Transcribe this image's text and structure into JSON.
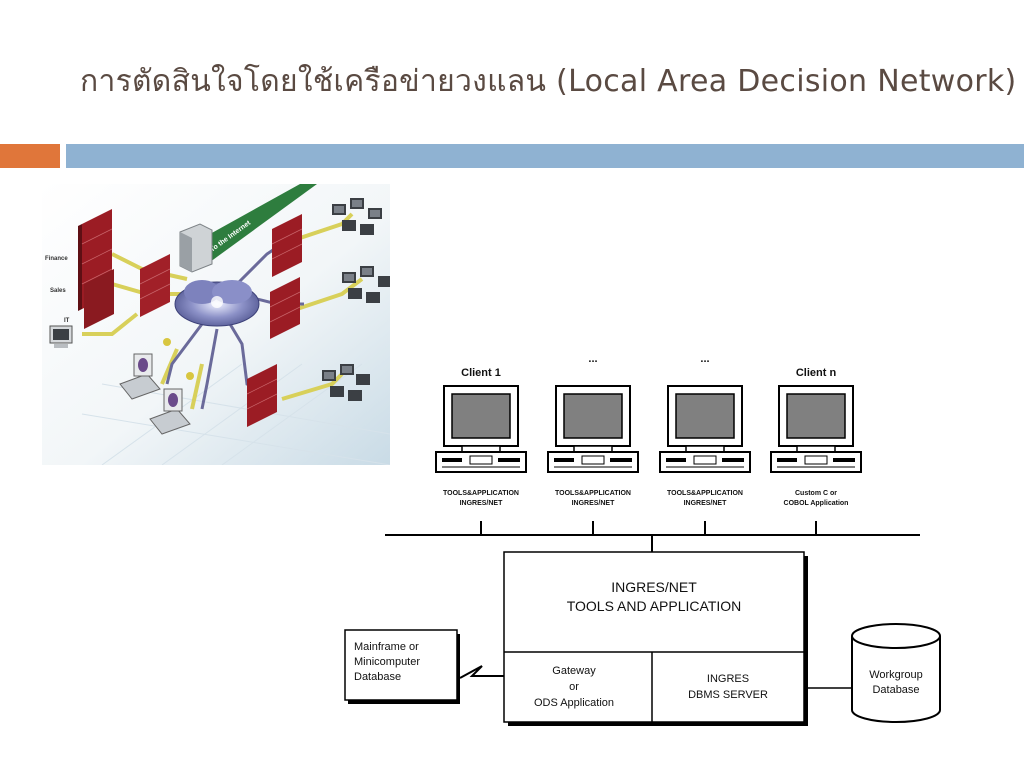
{
  "slide": {
    "title_thai": "การตัดสินใจโดยใช้เครือข่ายวงแลน (",
    "title_latin": "Local Area Decision Network)"
  },
  "illustration": {
    "dept_labels": [
      "Finance",
      "Sales",
      "IT"
    ],
    "internet_label": "To the Internet"
  },
  "diagram": {
    "clients": [
      {
        "header": "Client 1",
        "line1": "TOOLS&APPLICATION",
        "line2": "INGRES/NET"
      },
      {
        "header": "...",
        "line1": "TOOLS&APPLICATION",
        "line2": "INGRES/NET"
      },
      {
        "header": "...",
        "line1": "TOOLS&APPLICATION",
        "line2": "INGRES/NET"
      },
      {
        "header": "Client n",
        "line1": "Custom C or",
        "line2": "COBOL Application"
      }
    ],
    "server": {
      "line1": "INGRES/NET",
      "line2": "TOOLS AND APPLICATION",
      "gateway": [
        "Gateway",
        "or",
        "ODS Application"
      ],
      "dbms": [
        "INGRES",
        "DBMS SERVER"
      ]
    },
    "mainframe": [
      "Mainframe or",
      "Minicomputer",
      "Database"
    ],
    "workgroup": [
      "Workgroup",
      "Database"
    ]
  },
  "colors": {
    "title": "#5a4a42",
    "accent_orange": "#e0763a",
    "accent_blue": "#8fb2d2",
    "firewall_red": "#9b1c24",
    "cable_yellow": "#d8d05a",
    "internet_green": "#2e7d3e"
  }
}
